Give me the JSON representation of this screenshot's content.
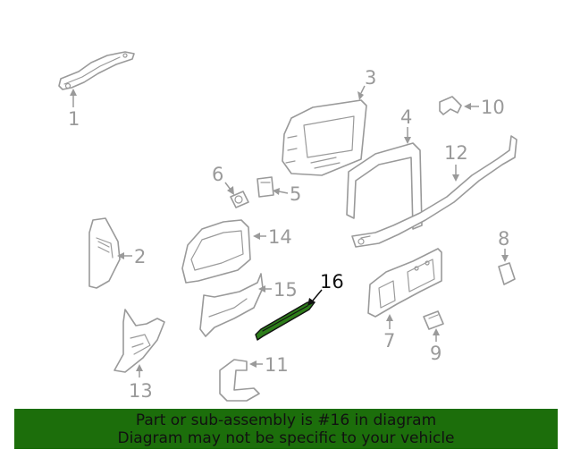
{
  "callouts": {
    "c1": "1",
    "c2": "2",
    "c3": "3",
    "c4": "4",
    "c5": "5",
    "c6": "6",
    "c7": "7",
    "c8": "8",
    "c9": "9",
    "c10": "10",
    "c11": "11",
    "c12": "12",
    "c13": "13",
    "c14": "14",
    "c15": "15",
    "c16": "16"
  },
  "highlight": {
    "part": "16",
    "color": "#2d7d1a"
  },
  "footer": {
    "bg": "#1c6e0b",
    "line1": "Part or sub-assembly is #16 in diagram",
    "line2": "Diagram may not be specific to your vehicle"
  }
}
